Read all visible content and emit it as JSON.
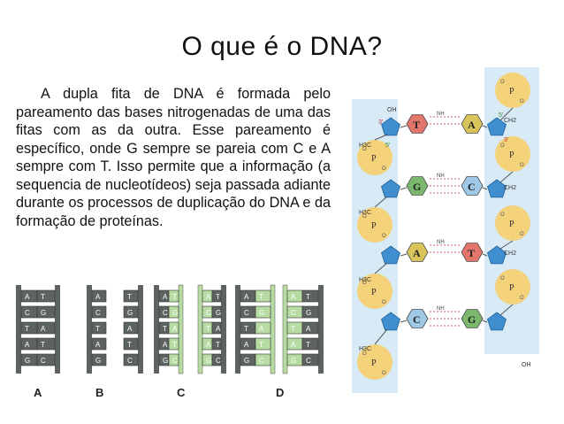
{
  "slide": {
    "title": "O que é o DNA?",
    "paragraph": "A dupla fita de DNA é formada pelo pareamento das bases nitrogenadas de uma das fitas com as da outra. Esse pareamento é específico, onde G sempre se pareia com C e A sempre com T. Isso permite que a informação (a sequencia de nucleotídeos) seja passada adiante durante os processos de duplicação do DNA e da formação de proteínas."
  },
  "figure_replication": {
    "panel_labels": [
      "A",
      "B",
      "C",
      "D"
    ],
    "rungs_left": [
      "A",
      "C",
      "T",
      "A",
      "G"
    ],
    "rungs_right": [
      "T",
      "G",
      "A",
      "T",
      "C"
    ],
    "colors": {
      "old_strand": "#5d6360",
      "new_strand": "#b7dca3"
    }
  },
  "figure_basepairs": {
    "pairs": [
      {
        "left": "T",
        "right": "A"
      },
      {
        "left": "G",
        "right": "C"
      },
      {
        "left": "A",
        "right": "T"
      },
      {
        "left": "C",
        "right": "G"
      }
    ],
    "strand_ends": {
      "top_left": "3'",
      "top_right": "5'",
      "left_5": "5'",
      "right_3": "3'"
    },
    "groups": {
      "hydroxyl": "OH",
      "methylene": "CH2",
      "methyl": "H3C",
      "amine": "NH",
      "phosphate": "P"
    },
    "colors": {
      "backbone_bg": "#d7eaf6",
      "phosphate": "#f4d27a",
      "sugar": "#3f8fd0",
      "T": "#e3766b",
      "A": "#d8c45a",
      "G": "#7bb86e",
      "C": "#9fc7e6"
    }
  }
}
